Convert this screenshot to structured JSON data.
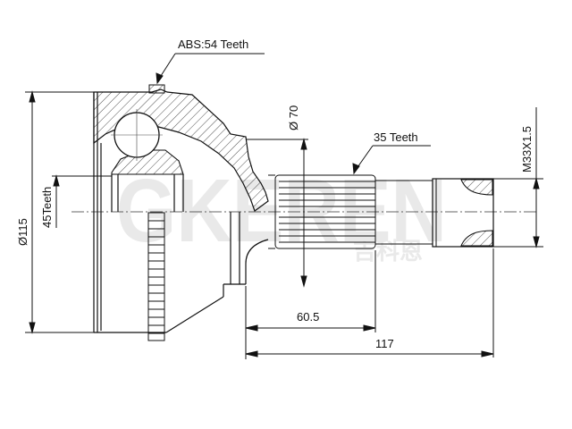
{
  "drawing": {
    "subject": "CV joint outer (drive shaft joint) technical drawing",
    "watermark": "GKEREN",
    "watermark_sub": "吉科恩",
    "annotations": {
      "abs_teeth": "ABS:54 Teeth",
      "spline_teeth_outer": "35 Teeth",
      "spline_teeth_inner": "45Teeth",
      "dia_70": "Ø 70",
      "dia_115": "Ø115",
      "thread": "M33X1.5",
      "len_60_5": "60.5",
      "len_117": "117"
    },
    "colors": {
      "line": "#111111",
      "background": "#ffffff",
      "watermark": "#e9e9e9"
    }
  }
}
